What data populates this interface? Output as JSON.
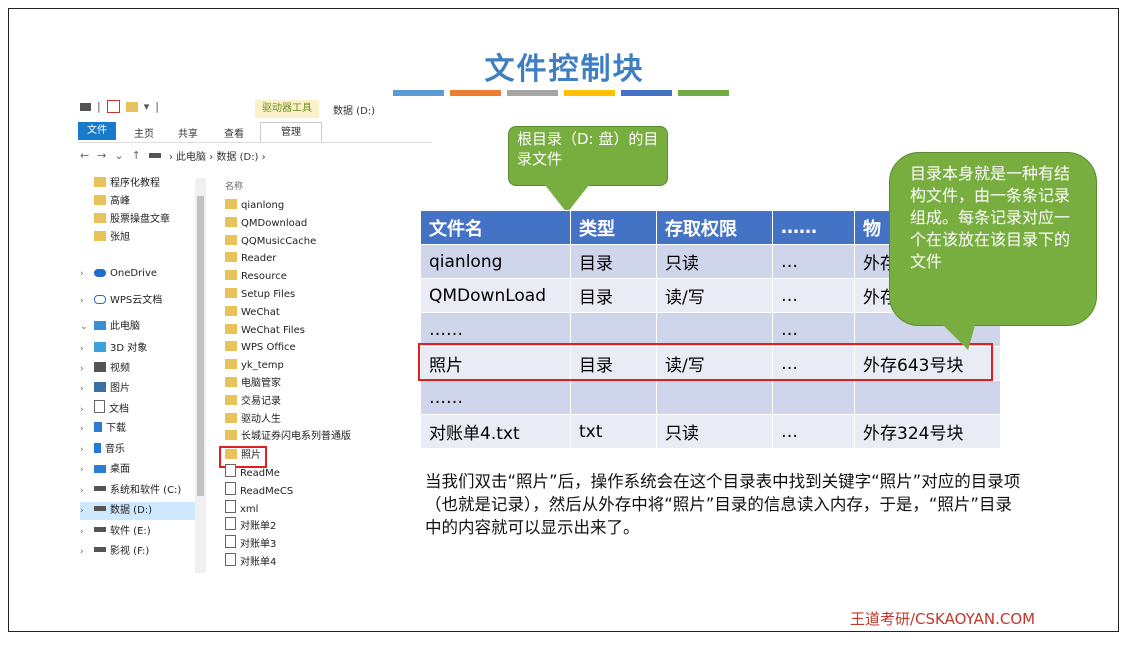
{
  "slide": {
    "title": "文件控制块",
    "bar_colors": [
      "#5b9bd5",
      "#ed7d31",
      "#a5a5a5",
      "#ffc000",
      "#4472c4",
      "#70ad47"
    ],
    "footer": "王道考研/CSKAOYAN.COM"
  },
  "explorer": {
    "qat_sep": "|",
    "qat_dropdown": "▾",
    "ribbon_context": "驱动器工具",
    "ribbon_drive": "数据 (D:)",
    "tabs": [
      "文件",
      "主页",
      "共享",
      "查看"
    ],
    "manage_tab": "管理",
    "address": {
      "back": "←",
      "forward": "→",
      "down": "⌄",
      "up": "↑",
      "path": "› 此电脑 › 数据 (D:) ›"
    },
    "sidebar": [
      {
        "label": "程序化教程",
        "icon": "folder-icon",
        "chev": ""
      },
      {
        "label": "高峰",
        "icon": "folder-icon",
        "chev": ""
      },
      {
        "label": "股票操盘文章",
        "icon": "folder-icon",
        "chev": ""
      },
      {
        "label": "张旭",
        "icon": "folder-icon",
        "chev": ""
      },
      {
        "label": "OneDrive",
        "icon": "onedrive-icon",
        "chev": "›"
      },
      {
        "label": "WPS云文档",
        "icon": "wps-cloud-icon",
        "chev": "›"
      },
      {
        "label": "此电脑",
        "icon": "pc-icon",
        "chev": "⌄"
      },
      {
        "label": "3D 对象",
        "icon": "3d-objects-icon",
        "chev": "›"
      },
      {
        "label": "视频",
        "icon": "video-icon",
        "chev": "›"
      },
      {
        "label": "图片",
        "icon": "picture-icon",
        "chev": "›"
      },
      {
        "label": "文档",
        "icon": "document-icon",
        "chev": "›"
      },
      {
        "label": "下载",
        "icon": "download-icon",
        "chev": "›"
      },
      {
        "label": "音乐",
        "icon": "music-icon",
        "chev": "›"
      },
      {
        "label": "桌面",
        "icon": "desktop-icon",
        "chev": "›"
      },
      {
        "label": "系统和软件 (C:)",
        "icon": "drive-c-icon",
        "chev": "›"
      },
      {
        "label": "数据 (D:)",
        "icon": "drive-d-icon",
        "chev": "›",
        "selected": true
      },
      {
        "label": "软件 (E:)",
        "icon": "drive-e-icon",
        "chev": "›"
      },
      {
        "label": "影视 (F:)",
        "icon": "drive-f-icon",
        "chev": "›"
      }
    ],
    "files_header": "名称",
    "files": [
      {
        "label": "qianlong",
        "icon": "folder-icon"
      },
      {
        "label": "QMDownload",
        "icon": "folder-icon"
      },
      {
        "label": "QQMusicCache",
        "icon": "folder-icon"
      },
      {
        "label": "Reader",
        "icon": "folder-icon"
      },
      {
        "label": "Resource",
        "icon": "folder-icon"
      },
      {
        "label": "Setup Files",
        "icon": "folder-icon"
      },
      {
        "label": "WeChat",
        "icon": "folder-icon"
      },
      {
        "label": "WeChat Files",
        "icon": "folder-icon"
      },
      {
        "label": "WPS Office",
        "icon": "folder-icon"
      },
      {
        "label": "yk_temp",
        "icon": "folder-icon"
      },
      {
        "label": "电脑管家",
        "icon": "folder-icon"
      },
      {
        "label": "交易记录",
        "icon": "folder-icon"
      },
      {
        "label": "驱动人生",
        "icon": "folder-icon"
      },
      {
        "label": "长城证券闪电系列普通版",
        "icon": "folder-icon"
      },
      {
        "label": "照片",
        "icon": "folder-icon",
        "highlighted": true
      },
      {
        "label": "ReadMe",
        "icon": "doc-icon"
      },
      {
        "label": "ReadMeCS",
        "icon": "doc-icon"
      },
      {
        "label": "xml",
        "icon": "file-icon"
      },
      {
        "label": "对账单2",
        "icon": "file-icon"
      },
      {
        "label": "对账单3",
        "icon": "file-icon"
      },
      {
        "label": "对账单4",
        "icon": "file-icon"
      }
    ]
  },
  "callout_root": "根目录（D: 盘）的目录文件",
  "callout_structure": "目录本身就是一种有结构文件，由一条条记录组成。每条记录对应一个在该放在该目录下的文件",
  "table": {
    "headers": [
      "文件名",
      "类型",
      "存取权限",
      "……",
      "物"
    ],
    "rows": [
      [
        "qianlong",
        "目录",
        "只读",
        "…",
        "外存"
      ],
      [
        "QMDownLoad",
        "目录",
        "读/写",
        "…",
        "外存"
      ],
      [
        "……",
        "",
        "",
        "…",
        ""
      ],
      [
        "照片",
        "目录",
        "读/写",
        "…",
        "外存643号块"
      ],
      [
        "……",
        "",
        "",
        "",
        ""
      ],
      [
        "对账单4.txt",
        "txt",
        "只读",
        "…",
        "外存324号块"
      ]
    ]
  },
  "paragraph": "当我们双击“照片”后，操作系统会在这个目录表中找到关键字“照片”对应的目录项（也就是记录），然后从外存中将“照片”目录的信息读入内存，于是，“照片”目录中的内容就可以显示出来了。"
}
